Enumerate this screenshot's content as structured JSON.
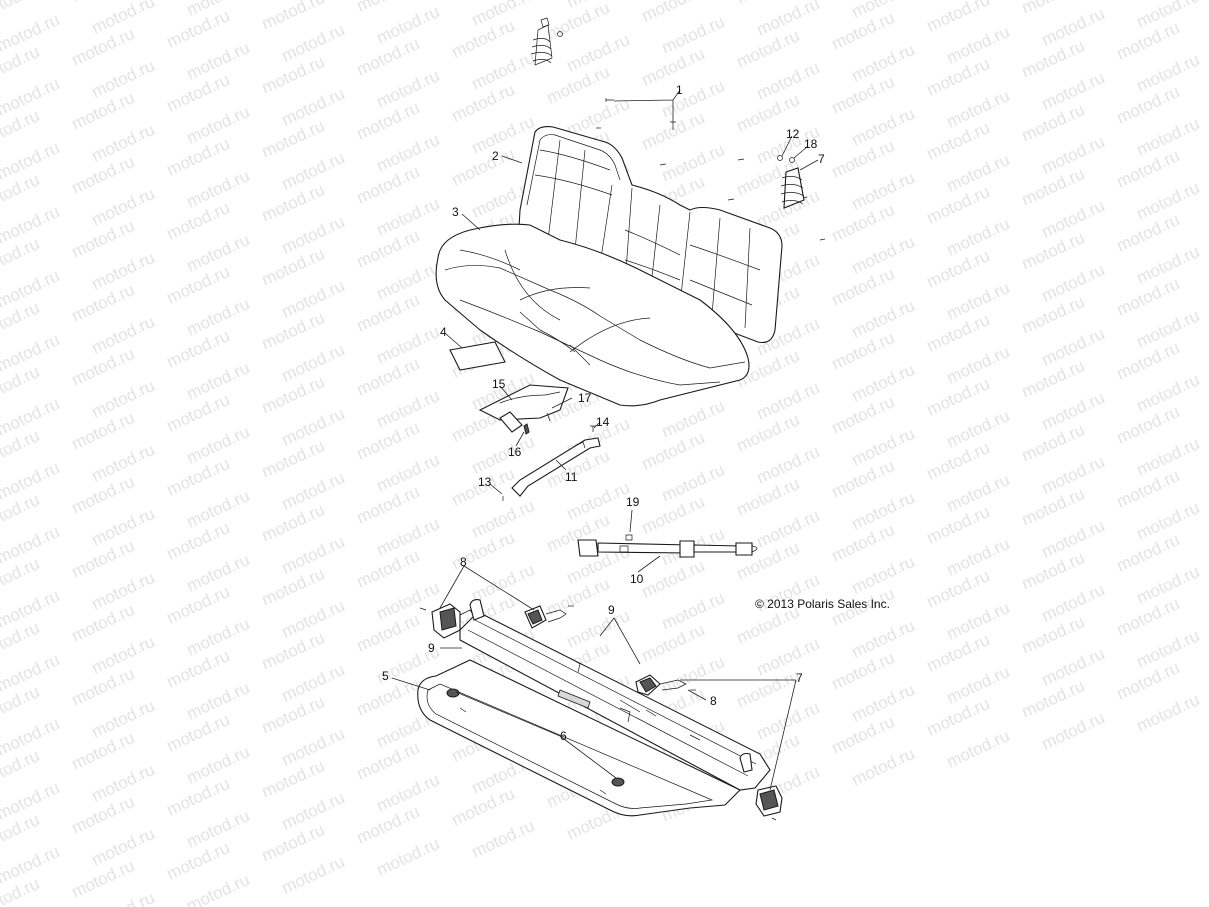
{
  "watermark": {
    "text": "motod.ru",
    "color": "#e3e3e3"
  },
  "copyright": "© 2013 Polaris Sales Inc.",
  "callouts": [
    {
      "id": "c1",
      "label": "1"
    },
    {
      "id": "c2",
      "label": "2"
    },
    {
      "id": "c3",
      "label": "3"
    },
    {
      "id": "c4",
      "label": "4"
    },
    {
      "id": "c5",
      "label": "5"
    },
    {
      "id": "c6",
      "label": "6"
    },
    {
      "id": "c7a",
      "label": "7"
    },
    {
      "id": "c7b",
      "label": "7"
    },
    {
      "id": "c8a",
      "label": "8"
    },
    {
      "id": "c8b",
      "label": "8"
    },
    {
      "id": "c9a",
      "label": "9"
    },
    {
      "id": "c9b",
      "label": "9"
    },
    {
      "id": "c10",
      "label": "10"
    },
    {
      "id": "c11",
      "label": "11"
    },
    {
      "id": "c12",
      "label": "12"
    },
    {
      "id": "c13",
      "label": "13"
    },
    {
      "id": "c14",
      "label": "14"
    },
    {
      "id": "c15",
      "label": "15"
    },
    {
      "id": "c16",
      "label": "16"
    },
    {
      "id": "c17",
      "label": "17"
    },
    {
      "id": "c18",
      "label": "18"
    },
    {
      "id": "c19",
      "label": "19"
    }
  ],
  "parts": [
    {
      "id": "seat-back",
      "name": "seat-back-part"
    },
    {
      "id": "seat-bottom",
      "name": "seat-bottom-part"
    },
    {
      "id": "label-pad",
      "name": "label-pad-part"
    },
    {
      "id": "seat-base-tray",
      "name": "seat-base-tray-part"
    },
    {
      "id": "seat-frame",
      "name": "seat-frame-part"
    },
    {
      "id": "seat-belt",
      "name": "seat-belt-part"
    },
    {
      "id": "bracket",
      "name": "bracket-part"
    },
    {
      "id": "storage-pocket",
      "name": "storage-pocket-part"
    },
    {
      "id": "buckles",
      "name": "buckle-part"
    },
    {
      "id": "spring-retractors",
      "name": "retractor-spring-part"
    }
  ]
}
